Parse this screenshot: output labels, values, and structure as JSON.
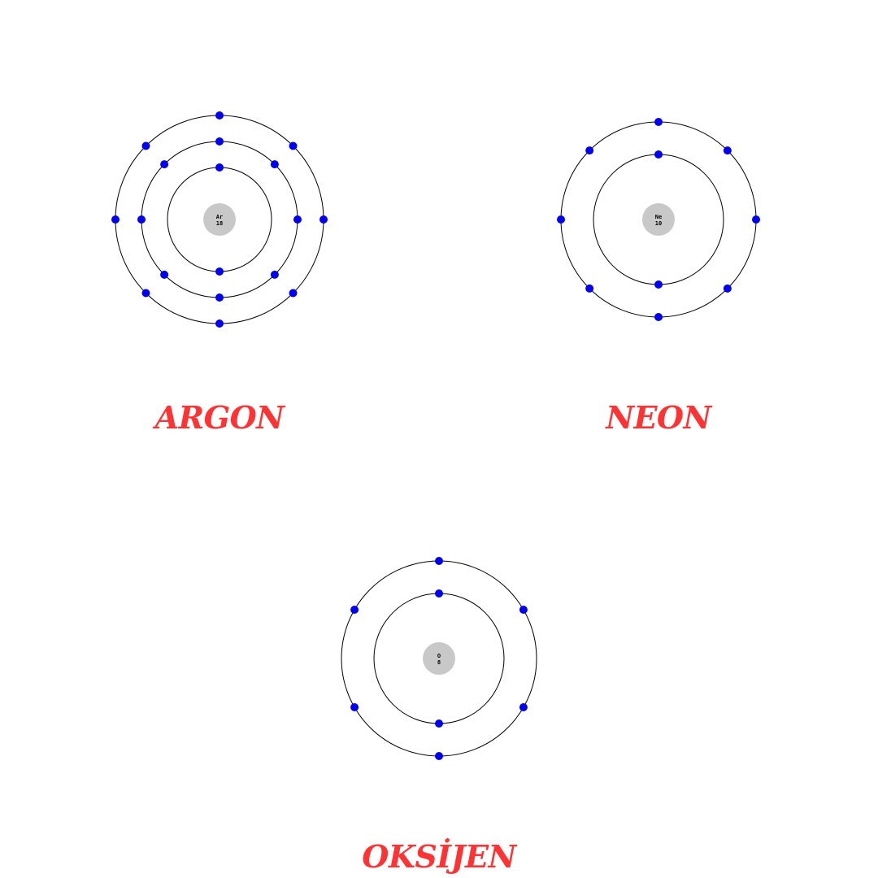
{
  "colors": {
    "label": "#ff3333",
    "electron": "#0000ee",
    "nucleus": "#c8c8c8",
    "orbit": "#000000",
    "background": "#ffffff"
  },
  "atoms": [
    {
      "name": "ARGON",
      "nucleus_line1": "Ar",
      "nucleus_line2": "18",
      "shells": [
        2,
        8,
        8
      ]
    },
    {
      "name": "NEON",
      "nucleus_line1": "Ne",
      "nucleus_line2": "10",
      "shells": [
        2,
        8
      ]
    },
    {
      "name": "OKSİJEN",
      "nucleus_line1": "O",
      "nucleus_line2": "8",
      "shells": [
        2,
        6
      ]
    }
  ]
}
